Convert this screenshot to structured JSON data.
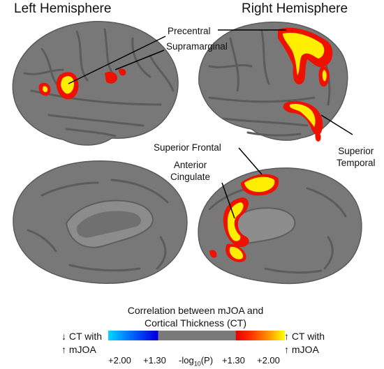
{
  "titles": {
    "left": "Left Hemisphere",
    "right": "Right Hemisphere"
  },
  "regions": {
    "precentral": "Precentral",
    "supramarginal": "Supramarginal",
    "superior_temporal_1": "Superior",
    "superior_temporal_2": "Temporal",
    "superior_frontal": "Superior Frontal",
    "anterior_cingulate_1": "Anterior",
    "anterior_cingulate_2": "Cingulate"
  },
  "colorbar": {
    "title_line1": "Correlation between mJOA and",
    "title_line2": "Cortical Thickness (CT)",
    "neg_line1": "↓ CT with",
    "neg_line2": "↑ mJOA",
    "pos_line1": "↑ CT with",
    "pos_line2": "↑ mJOA",
    "ticks": [
      "+2.00",
      "+1.30",
      "-log",
      "10",
      "(P)",
      "+1.30",
      "+2.00"
    ],
    "colors": {
      "neg_max": "#00d8ff",
      "neg_threshold": "#0000e0",
      "nonsignificant": "#7a7a7a",
      "pos_threshold": "#e80000",
      "pos_max": "#ffff00"
    }
  },
  "colors": {
    "cortex": "#777777",
    "cortex_dark": "#5e5e5e",
    "sig_edge": "#ee1100",
    "sig_core": "#ffee00"
  }
}
